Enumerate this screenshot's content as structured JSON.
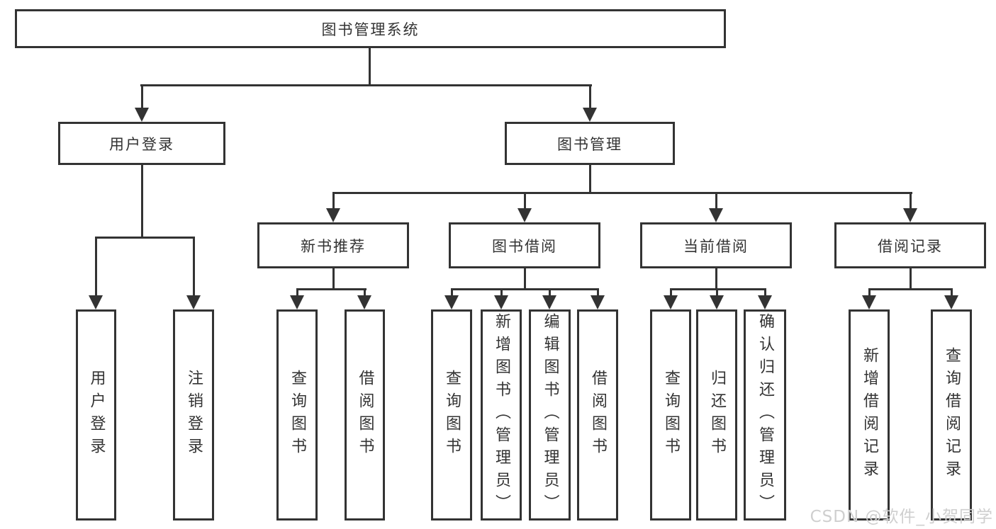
{
  "diagram": {
    "title": "图书管理系统",
    "nodes": [
      {
        "id": "root",
        "label": "图书管理系统",
        "level": 1,
        "parent": null
      },
      {
        "id": "user-login",
        "label": "用户登录",
        "level": 2,
        "parent": "root"
      },
      {
        "id": "book-mgmt",
        "label": "图书管理",
        "level": 2,
        "parent": "root"
      },
      {
        "id": "new-book-rec",
        "label": "新书推荐",
        "level": 3,
        "parent": "book-mgmt"
      },
      {
        "id": "book-borrow",
        "label": "图书借阅",
        "level": 3,
        "parent": "book-mgmt"
      },
      {
        "id": "current-borrow",
        "label": "当前借阅",
        "level": 3,
        "parent": "book-mgmt"
      },
      {
        "id": "borrow-records",
        "label": "借阅记录",
        "level": 3,
        "parent": "book-mgmt"
      },
      {
        "id": "leaf-user-login",
        "label": "用户登录",
        "level": 4,
        "parent": "user-login"
      },
      {
        "id": "leaf-logout",
        "label": "注销登录",
        "level": 4,
        "parent": "user-login"
      },
      {
        "id": "leaf-query-book-1",
        "label": "查询图书",
        "level": 4,
        "parent": "new-book-rec"
      },
      {
        "id": "leaf-borrow-book-1",
        "label": "借阅图书",
        "level": 4,
        "parent": "new-book-rec"
      },
      {
        "id": "leaf-query-book-2",
        "label": "查询图书",
        "level": 4,
        "parent": "book-borrow"
      },
      {
        "id": "leaf-add-book",
        "label": "新增图书（管理员）",
        "level": 4,
        "parent": "book-borrow"
      },
      {
        "id": "leaf-edit-book",
        "label": "编辑图书（管理员）",
        "level": 4,
        "parent": "book-borrow"
      },
      {
        "id": "leaf-borrow-book-2",
        "label": "借阅图书",
        "level": 4,
        "parent": "book-borrow"
      },
      {
        "id": "leaf-query-book-3",
        "label": "查询图书",
        "level": 4,
        "parent": "current-borrow"
      },
      {
        "id": "leaf-return-book",
        "label": "归还图书",
        "level": 4,
        "parent": "current-borrow"
      },
      {
        "id": "leaf-confirm-return",
        "label": "确认归还（管理员）",
        "level": 4,
        "parent": "current-borrow"
      },
      {
        "id": "leaf-add-borrow-record",
        "label": "新增借阅记录",
        "level": 4,
        "parent": "borrow-records"
      },
      {
        "id": "leaf-query-borrow-record",
        "label": "查询借阅记录",
        "level": 4,
        "parent": "borrow-records"
      }
    ],
    "colors": {
      "line": "#333333",
      "text": "#333333",
      "background": "#ffffff",
      "watermark": "#cfcfcf"
    }
  },
  "watermark": {
    "text": "CSDN @软件_小贺同学"
  }
}
